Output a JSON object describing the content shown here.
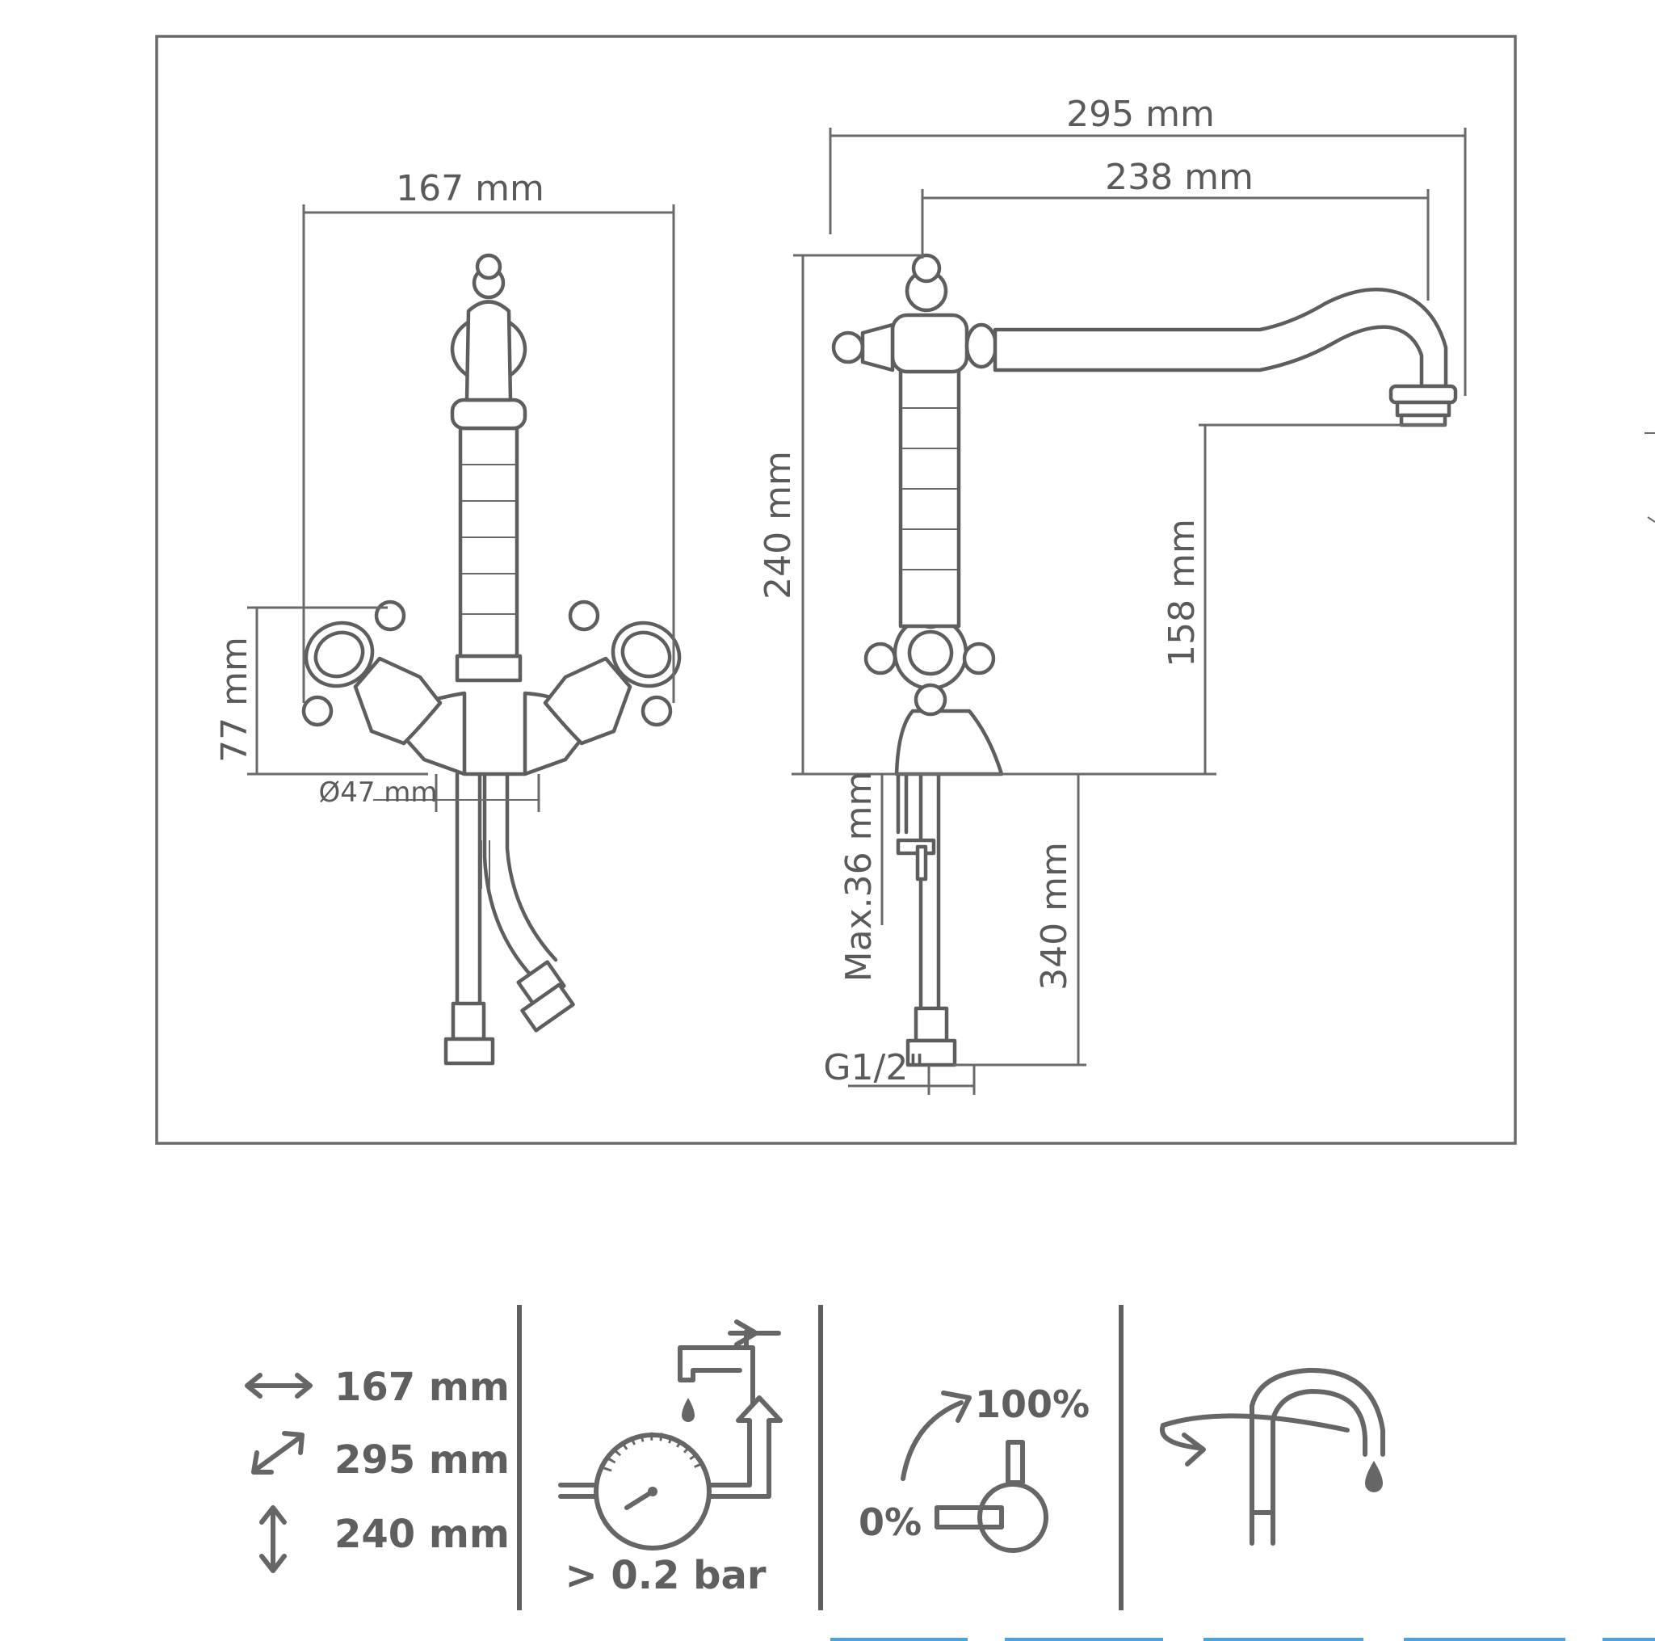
{
  "front_view": {
    "width_label": "167 mm",
    "handle_height_label": "77 mm",
    "diameter_label": "Ø47 mm"
  },
  "side_view": {
    "reach_total_label": "295 mm",
    "reach_spout_label": "238 mm",
    "height_label": "240 mm",
    "spout_clearance_label": "158 mm",
    "max_thickness_label": "Max.36 mm",
    "hose_length_label": "340 mm",
    "thread_label": "G1/2\""
  },
  "specs": {
    "width": "167 mm",
    "depth": "295 mm",
    "height": "240 mm",
    "pressure": "> 0.2 bar",
    "flow_min": "0%",
    "flow_max": "100%"
  },
  "icons": [
    "horizontal-arrow-icon",
    "diagonal-arrow-icon",
    "vertical-arrow-icon",
    "pressure-gauge-icon",
    "lever-flow-icon",
    "swivel-spout-icon"
  ],
  "colors": {
    "line": "#5e5e5e",
    "text": "#5a5a5a",
    "divider": "#5f5f5f",
    "accent_bottom": "#4aa3df"
  }
}
